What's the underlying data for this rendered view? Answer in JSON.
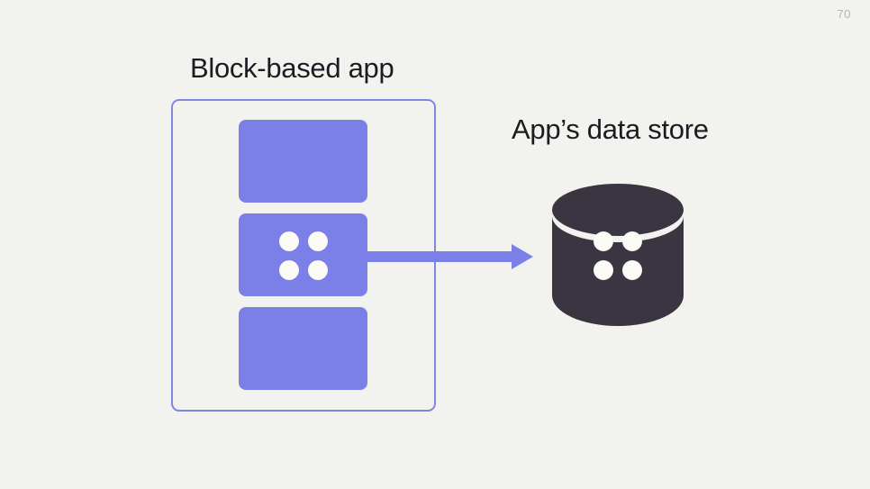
{
  "slide": {
    "page_number": "70",
    "background_color": "#F2F2EE",
    "accent_color": "#7B80E8",
    "dark_color": "#3A3541",
    "text_color": "#1C1B21"
  },
  "app": {
    "title": "Block-based app",
    "container_label": "block-based-app-container",
    "blocks": [
      {
        "id": "block-1",
        "label": "empty block",
        "has_data": false
      },
      {
        "id": "block-2",
        "label": "block with data",
        "has_data": true
      },
      {
        "id": "block-3",
        "label": "empty block",
        "has_data": false
      }
    ],
    "data_dots": [
      "dot",
      "dot",
      "dot",
      "dot"
    ]
  },
  "arrow": {
    "icon": "arrow-right-icon",
    "label": "data flow from block to data store",
    "color": "#7B80E8"
  },
  "store": {
    "title": "App’s data store",
    "icon": "database-cylinder-icon",
    "color": "#3A3541",
    "data_dots": [
      "dot",
      "dot",
      "dot",
      "dot"
    ]
  }
}
